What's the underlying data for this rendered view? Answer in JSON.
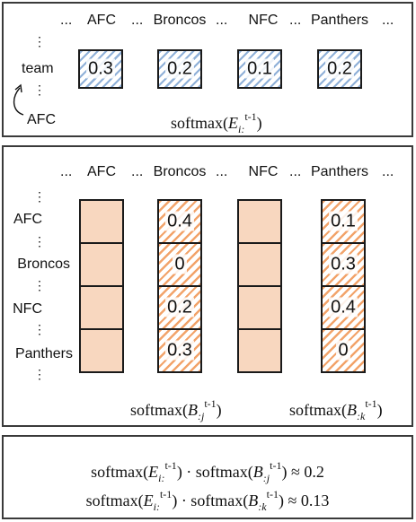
{
  "top_panel": {
    "columns": [
      "AFC",
      "Broncos",
      "NFC",
      "Panthers"
    ],
    "ellipsis": "...",
    "row_label": "team",
    "curve_label": "AFC",
    "values": [
      "0.3",
      "0.2",
      "0.1",
      "0.2"
    ],
    "formula": {
      "func": "softmax(",
      "var": "E",
      "sub": "i:",
      "sup": "t-1",
      "close": ")"
    }
  },
  "middle_panel": {
    "columns": [
      "AFC",
      "Broncos",
      "NFC",
      "Panthers"
    ],
    "ellipsis": "...",
    "rows": [
      "AFC",
      "Broncos",
      "NFC",
      "Panthers"
    ],
    "broncos_column": [
      "0.4",
      "0",
      "0.2",
      "0.3"
    ],
    "panthers_column": [
      "0.1",
      "0.3",
      "0.4",
      "0"
    ],
    "formula_j": {
      "func": "softmax(",
      "var": "B",
      "sub": ":j",
      "sup": "t-1",
      "close": ")"
    },
    "formula_k": {
      "func": "softmax(",
      "var": "B",
      "sub": ":k",
      "sup": "t-1",
      "close": ")"
    }
  },
  "bottom_panel": {
    "line1": {
      "a": "softmax(",
      "sub_a": "i:",
      "b": ") · softmax(",
      "sub_b": ":j",
      "result": ") ≈ 0.2"
    },
    "line2": {
      "a": "softmax(",
      "sub_a": "i:",
      "b": ") · softmax(",
      "sub_b": ":k",
      "result": ") ≈ 0.13"
    },
    "var_e": "E",
    "var_b": "B",
    "sup": "t-1"
  }
}
